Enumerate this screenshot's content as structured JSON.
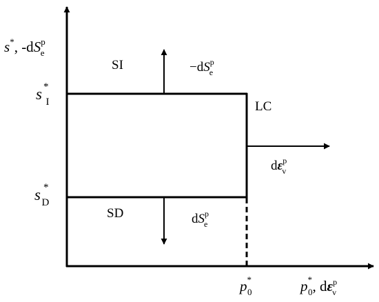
{
  "axes": {
    "y_label": {
      "main": "s",
      "star": "*",
      "sep": ",  -d",
      "S": "S",
      "sup": "p",
      "sub": "e"
    },
    "x_label": {
      "main": "p",
      "star": "*",
      "sub": "0",
      "sep": ",  d",
      "eps": "ε",
      "sup": "p",
      "sub2": "v"
    }
  },
  "ticks": {
    "s_I": {
      "main": "s",
      "star": "*",
      "sub": "I"
    },
    "s_D": {
      "main": "s",
      "star": "*",
      "sub": "D"
    },
    "p_0": {
      "main": "p",
      "star": "*",
      "sub": "0"
    }
  },
  "regions": {
    "SI": "SI",
    "SD": "SD",
    "LC": "LC"
  },
  "arrows": {
    "up": {
      "prefix": "−d",
      "S": "S",
      "sup": "p",
      "sub": "e"
    },
    "down": {
      "prefix": "d",
      "S": "S",
      "sup": "p",
      "sub": "e"
    },
    "right": {
      "prefix": "d",
      "eps": "ε",
      "sup": "p",
      "sub": "v"
    }
  },
  "colors": {
    "ink": "#000000",
    "background": "#ffffff"
  }
}
